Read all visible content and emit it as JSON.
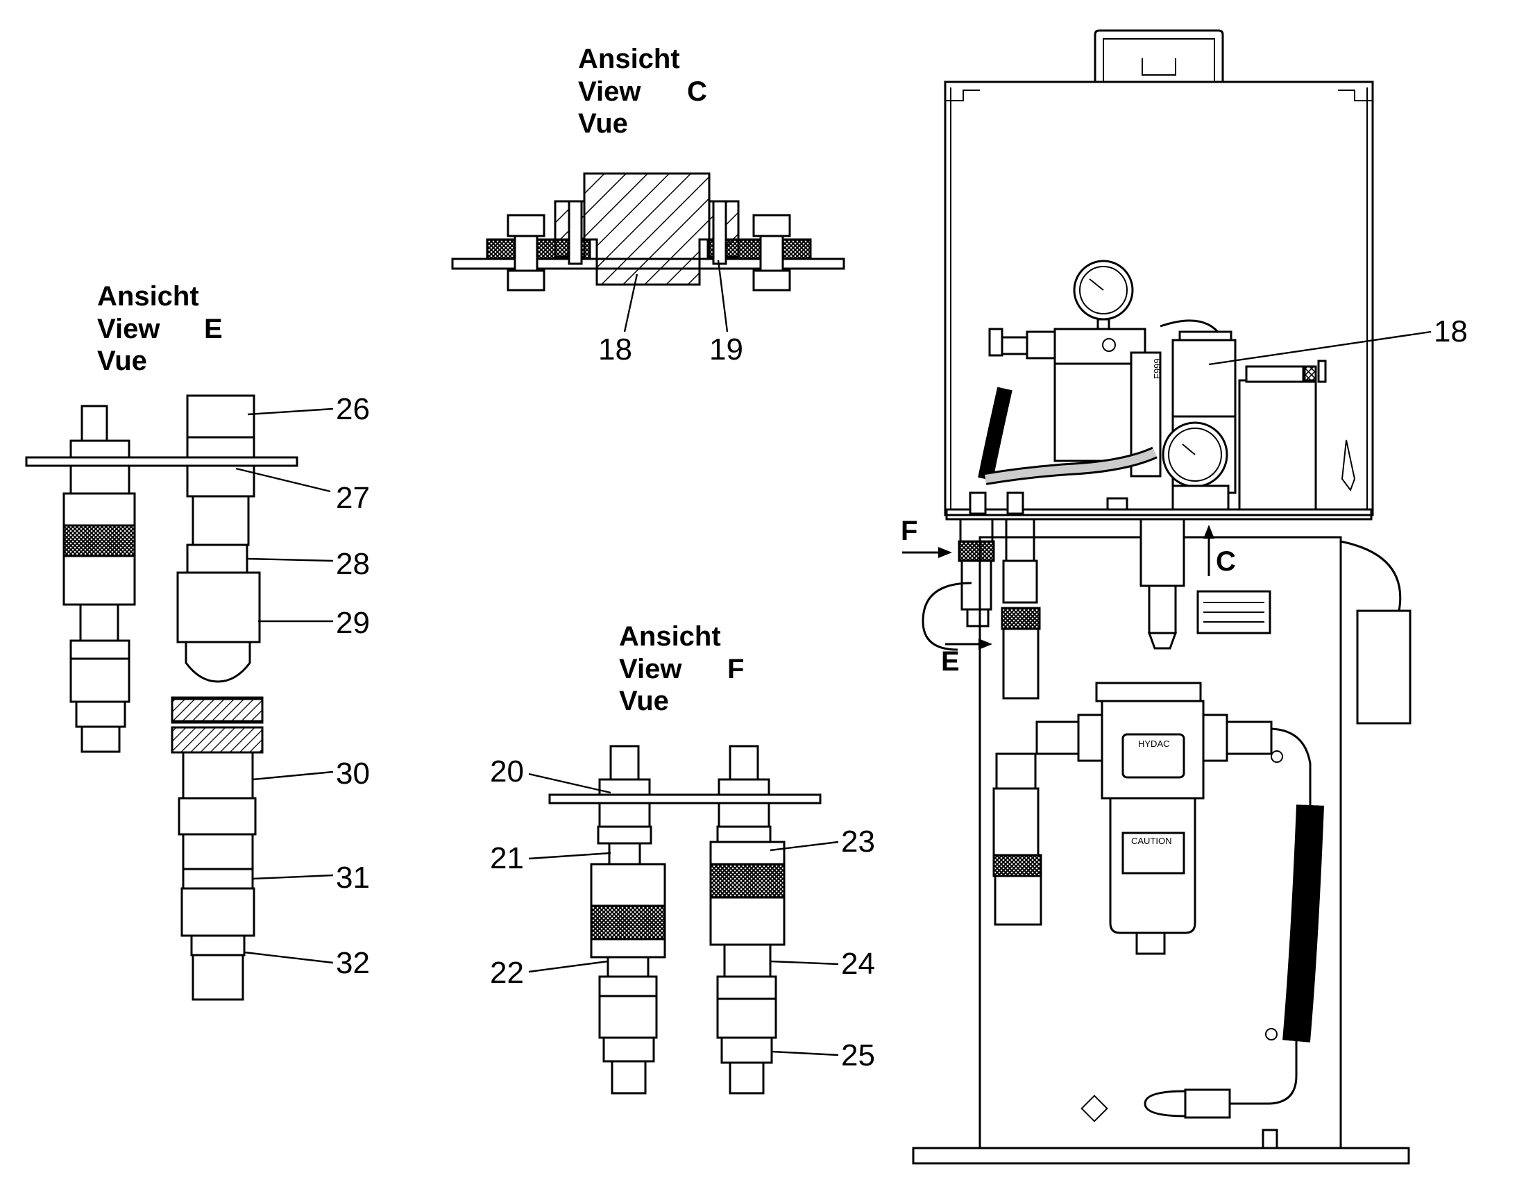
{
  "views": {
    "c": {
      "line1": "Ansicht",
      "line2": "View",
      "letter": "C",
      "line3": "Vue"
    },
    "e": {
      "line1": "Ansicht",
      "line2": "View",
      "letter": "E",
      "line3": "Vue"
    },
    "f": {
      "line1": "Ansicht",
      "line2": "View",
      "letter": "F",
      "line3": "Vue"
    }
  },
  "callouts": {
    "p18a": "18",
    "p19": "19",
    "p18b": "18",
    "p20": "20",
    "p21": "21",
    "p22": "22",
    "p23": "23",
    "p24": "24",
    "p25": "25",
    "p26": "26",
    "p27": "27",
    "p28": "28",
    "p29": "29",
    "p30": "30",
    "p31": "31",
    "p32": "32"
  },
  "view_arrows": {
    "f": "F",
    "e": "E",
    "c": "C"
  },
  "unit_labels": {
    "filter_brand": "HYDAC",
    "caution": "CAUTION",
    "part_code": "F999"
  }
}
